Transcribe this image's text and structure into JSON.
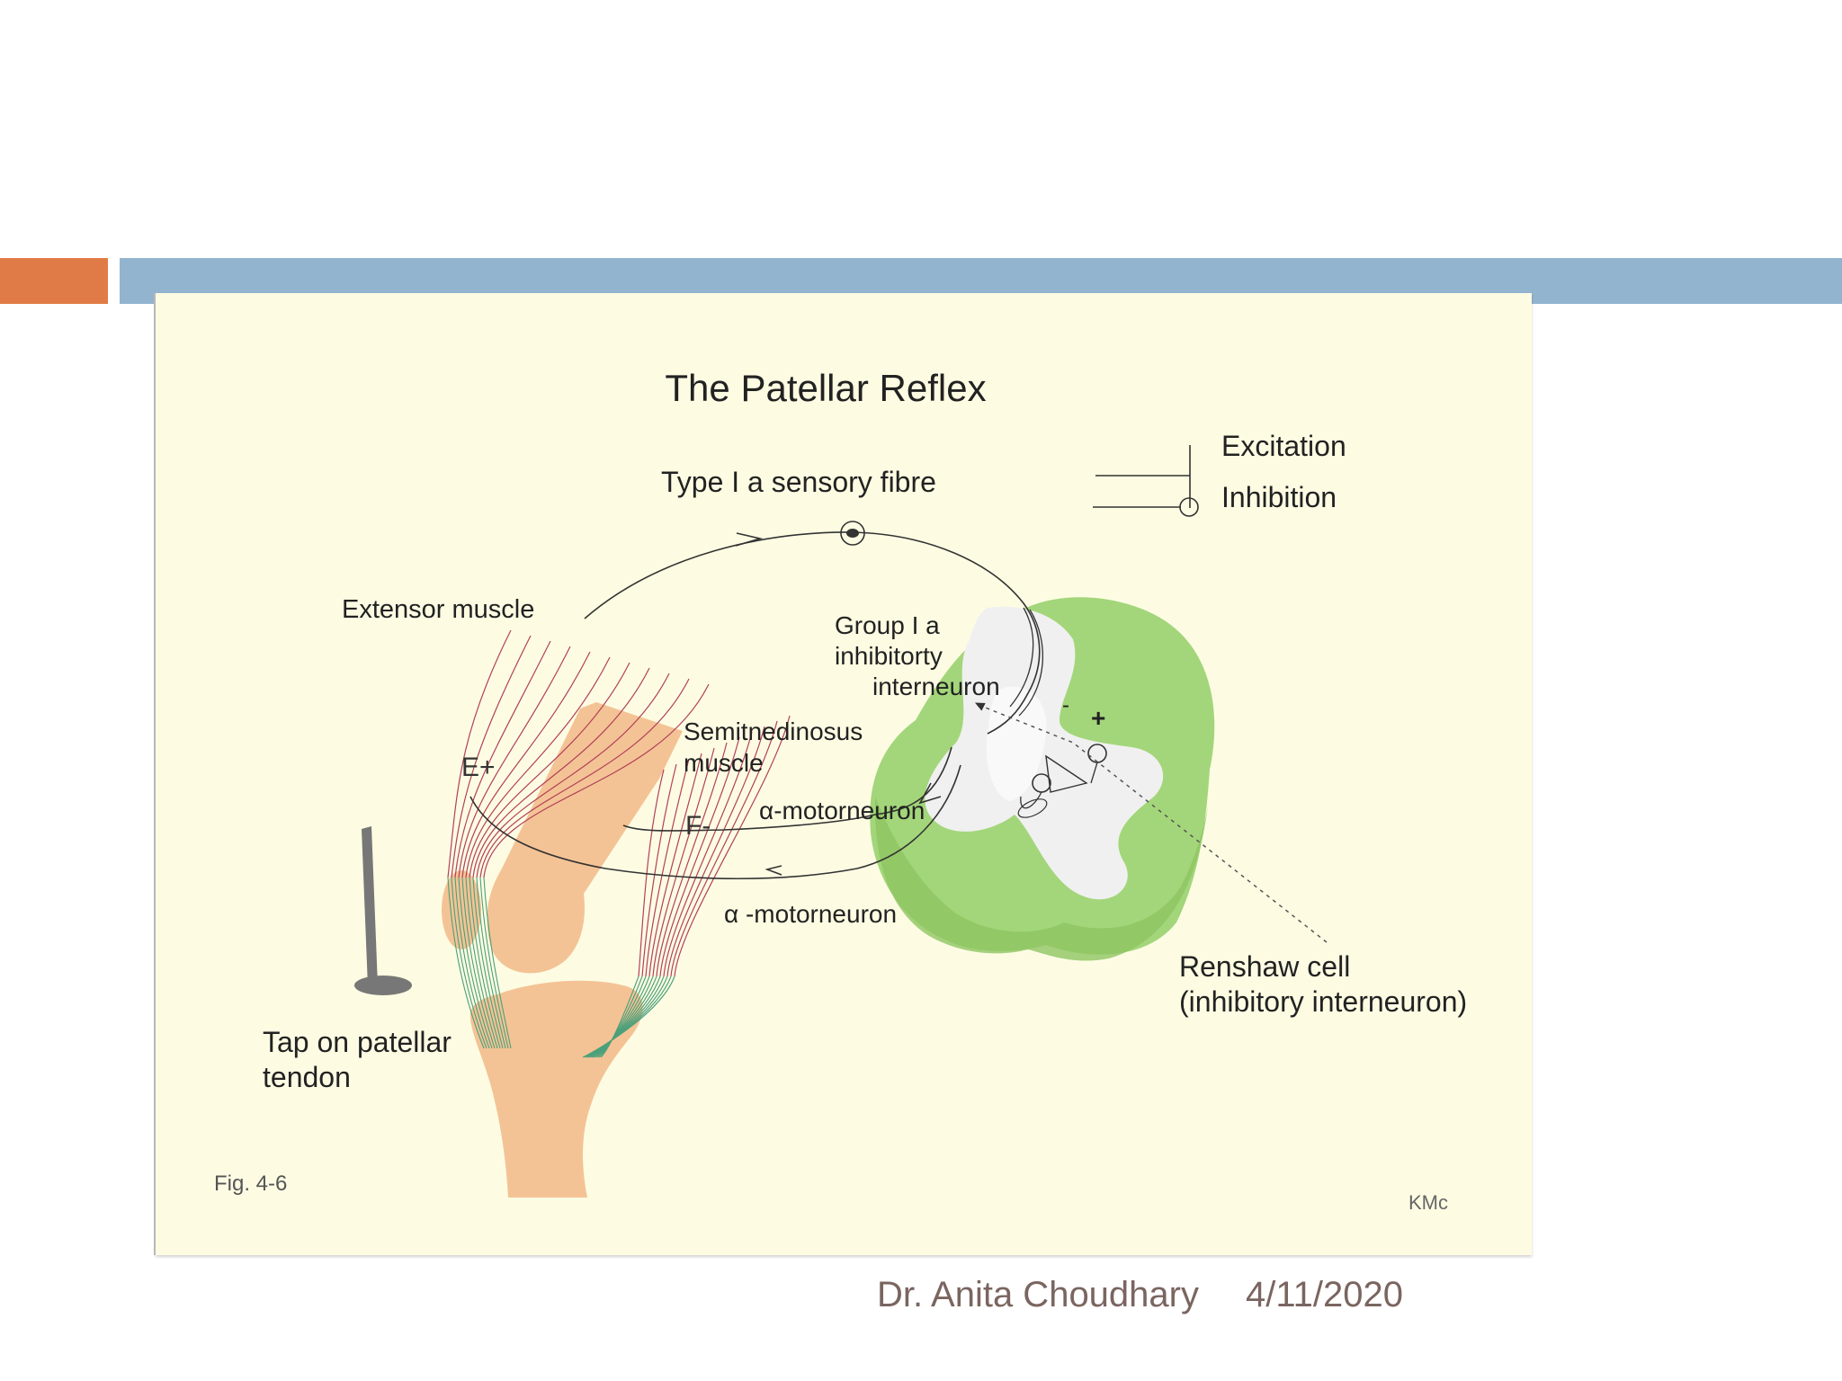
{
  "colors": {
    "accent_bar": "#e07b47",
    "header_bar": "#93b4cf",
    "figure_bg": "#fdfce3",
    "spinal_white_matter": "#a3d67a",
    "spinal_gray_matter": "#f0f0f0",
    "bone": "#f4c395",
    "hammer": "#777777",
    "muscle_fiber": "#b2405a",
    "tendon_fiber": "#4aa07a"
  },
  "figure": {
    "title": "The Patellar Reflex",
    "legend": {
      "excitation": "Excitation",
      "inhibition": "Inhibition"
    },
    "labels": {
      "sensory_fibre": "Type I a sensory fibre",
      "extensor_muscle": "Extensor muscle",
      "group_ia_line1": "Group I a",
      "group_ia_line2": "inhibitorty",
      "group_ia_line3": "interneuron",
      "semitendinosus_line1": "Semitnedinosus",
      "semitendinosus_line2": "muscle",
      "motor_upper": "α-motorneuron",
      "motor_lower": "α -motorneuron",
      "e_plus": "E+",
      "f_minus": "F-",
      "renshaw_line1": "Renshaw cell",
      "renshaw_line2": "(inhibitory interneuron)",
      "tap_line1": "Tap on patellar",
      "tap_line2": "tendon",
      "synapse_minus": "-",
      "synapse_plus": "+"
    },
    "fig_number": "Fig. 4-6",
    "credit": "KMc"
  },
  "footer": {
    "author": "Dr. Anita Choudhary",
    "date": "4/11/2020"
  }
}
